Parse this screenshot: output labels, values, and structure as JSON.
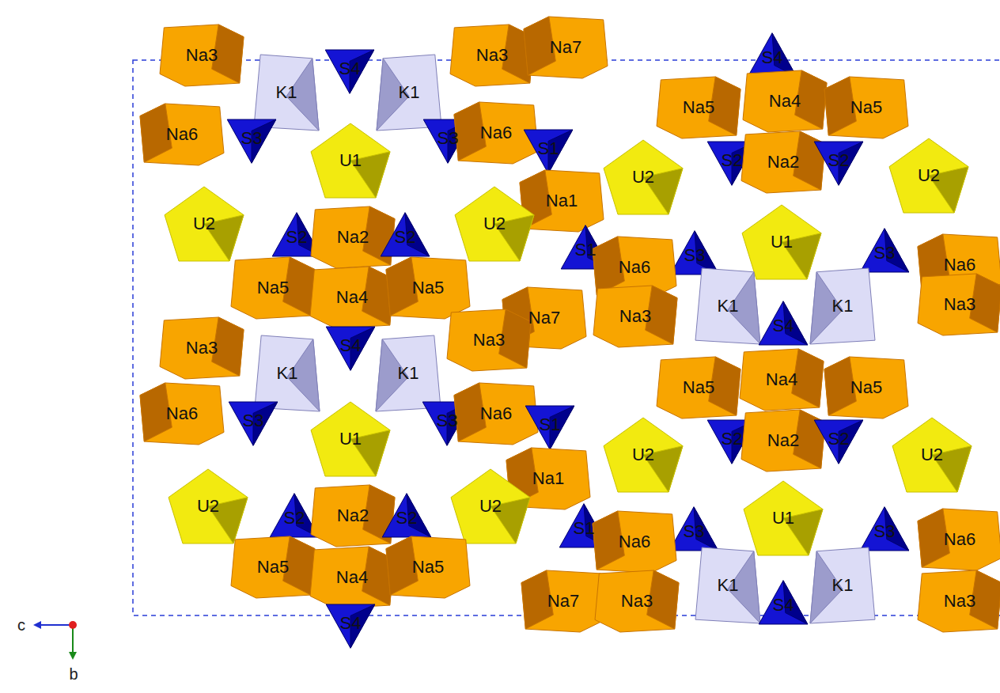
{
  "diagram": {
    "nodes": [
      {
        "text": [
          "Na3"
        ]
      },
      {
        "text": [
          "K1"
        ]
      },
      {
        "text": [
          "S4"
        ]
      },
      {
        "text": [
          "K1"
        ]
      },
      {
        "text": [
          "Na3"
        ]
      },
      {
        "text": [
          "Na7"
        ]
      },
      {
        "text": [
          "Na6"
        ]
      },
      {
        "text": [
          "S3"
        ]
      },
      {
        "text": [
          "U1"
        ]
      },
      {
        "text": [
          "S3"
        ]
      },
      {
        "text": [
          "Na6"
        ]
      },
      {
        "text": [
          "S1"
        ]
      },
      {
        "text": [
          "S4"
        ]
      },
      {
        "text": [
          "Na5"
        ]
      },
      {
        "text": [
          "Na4"
        ]
      },
      {
        "text": [
          "Na5"
        ]
      },
      {
        "text": [
          "S2"
        ]
      },
      {
        "text": [
          "Na2"
        ]
      },
      {
        "text": [
          "S2"
        ]
      },
      {
        "text": [
          "U2"
        ]
      },
      {
        "text": [
          "U2"
        ]
      },
      {
        "text": [
          "Na1"
        ]
      },
      {
        "text": [
          "U2"
        ]
      },
      {
        "text": [
          "S2"
        ]
      },
      {
        "text": [
          "Na2"
        ]
      },
      {
        "text": [
          "S2"
        ]
      },
      {
        "text": [
          "U2"
        ]
      },
      {
        "text": [
          "S1"
        ]
      },
      {
        "text": [
          "U1"
        ]
      },
      {
        "text": [
          "S3"
        ]
      },
      {
        "text": [
          "S3"
        ]
      },
      {
        "text": [
          "Na6"
        ]
      },
      {
        "text": [
          "Na6"
        ]
      },
      {
        "text": [
          "Na5"
        ]
      },
      {
        "text": [
          "Na4"
        ]
      },
      {
        "text": [
          "Na5"
        ]
      },
      {
        "text": [
          "K1"
        ]
      },
      {
        "text": [
          "K1"
        ]
      },
      {
        "text": [
          "S4"
        ]
      },
      {
        "text": [
          "Na7"
        ]
      },
      {
        "text": [
          "Na3"
        ]
      },
      {
        "text": [
          "Na3"
        ]
      },
      {
        "text": [
          "Na3"
        ]
      },
      {
        "text": [
          "S4"
        ]
      },
      {
        "text": [
          "K1"
        ]
      },
      {
        "text": [
          "K1"
        ]
      },
      {
        "text": [
          "Na3"
        ]
      },
      {
        "text": [
          "Na4"
        ]
      },
      {
        "text": [
          "Na5"
        ]
      },
      {
        "text": [
          "Na5"
        ]
      },
      {
        "text": [
          "Na6"
        ]
      },
      {
        "text": [
          "S3"
        ]
      },
      {
        "text": [
          "U1"
        ]
      },
      {
        "text": [
          "S3"
        ]
      },
      {
        "text": [
          "Na6"
        ]
      },
      {
        "text": [
          "S1"
        ]
      },
      {
        "text": [
          "S2"
        ]
      },
      {
        "text": [
          "Na2"
        ]
      },
      {
        "text": [
          "S2"
        ]
      },
      {
        "text": [
          "U2"
        ]
      },
      {
        "text": [
          "U2"
        ]
      },
      {
        "text": [
          "Na1"
        ]
      },
      {
        "text": [
          "U2"
        ]
      },
      {
        "text": [
          "S2"
        ]
      },
      {
        "text": [
          "Na2"
        ]
      },
      {
        "text": [
          "S2"
        ]
      },
      {
        "text": [
          "U2"
        ]
      },
      {
        "text": [
          "S1"
        ]
      },
      {
        "text": [
          "U1"
        ]
      },
      {
        "text": [
          "S3"
        ]
      },
      {
        "text": [
          "S3"
        ]
      },
      {
        "text": [
          "Na6"
        ]
      },
      {
        "text": [
          "Na6"
        ]
      },
      {
        "text": [
          "Na5"
        ]
      },
      {
        "text": [
          "Na4"
        ]
      },
      {
        "text": [
          "Na5"
        ]
      },
      {
        "text": [
          "K1"
        ]
      },
      {
        "text": [
          "K1"
        ]
      },
      {
        "text": [
          "Na7"
        ]
      },
      {
        "text": [
          "Na3"
        ]
      },
      {
        "text": [
          "Na3"
        ]
      },
      {
        "text": [
          "S4"
        ]
      },
      {
        "text": [
          "S4"
        ]
      }
    ],
    "labels": [
      "c",
      "b"
    ]
  }
}
